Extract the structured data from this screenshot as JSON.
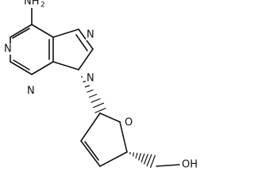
{
  "molecule": {
    "atoms": {
      "amine_n": "NH",
      "amine_sub": "2",
      "n1": "N",
      "n3": "N",
      "n7": "N",
      "n9": "N",
      "ring_o": "O",
      "hydroxyl": "OH"
    }
  }
}
